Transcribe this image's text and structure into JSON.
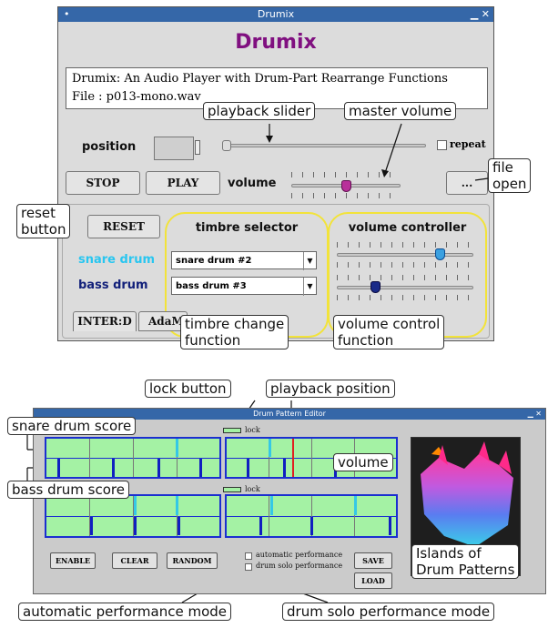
{
  "drumix": {
    "window_title": "Drumix",
    "app_title": "Drumix",
    "info_line1": "Drumix: An Audio Player with Drum-Part Rearrange Functions",
    "info_line2": "File : p013-mono.wav",
    "position_label": "position",
    "repeat_label": "repeat",
    "stop_label": "STOP",
    "play_label": "PLAY",
    "volume_label": "volume",
    "file_button_label": "...",
    "reset_label": "RESET",
    "timbre_selector_title": "timbre selector",
    "volume_controller_title": "volume controller",
    "snare_label": "snare drum",
    "bass_label": "bass drum",
    "snare_option": "snare drum #2",
    "bass_option": "bass drum #3",
    "tab1_label": "INTER:D",
    "tab2_label": "AdaM",
    "playback_position": 0.0,
    "master_volume": 0.5,
    "snare_volume": 0.75,
    "bass_volume": 0.28,
    "repeat_checked": false
  },
  "callouts": {
    "playback_slider": "playback slider",
    "master_volume": "master volume",
    "file_open_line1": "file",
    "file_open_line2": "open",
    "reset_line1": "reset",
    "reset_line2": "button",
    "timbre_line1": "timbre change",
    "timbre_line2": "function",
    "volume_line1": "volume control",
    "volume_line2": "function",
    "lock_button": "lock button",
    "playback_position": "playback position",
    "snare_score": "snare drum score",
    "volume": "volume",
    "bass_score": "bass drum score",
    "islands_line1": "Islands of",
    "islands_line2": "Drum Patterns",
    "auto_mode": "automatic performance mode",
    "solo_mode": "drum solo performance mode"
  },
  "editor": {
    "window_title": "Drum Pattern Editor",
    "lock_label": "lock",
    "enable_label": "ENABLE",
    "clear_label": "CLEAR",
    "random_label": "RANDOM",
    "auto_perf_label": "automatic performance",
    "solo_perf_label": "drum solo performance",
    "save_label": "SAVE",
    "load_label": "LOAD",
    "auto_perf_checked": false,
    "solo_perf_checked": false
  },
  "colors": {
    "title_purple": "#801080",
    "snare_cyan": "#29c6f0",
    "bass_navy": "#12207a",
    "score_green": "#a4f2a4",
    "score_border": "#1b2fd0",
    "highlight_yellow": "#f2e33a",
    "titlebar_blue": "#3567a8"
  },
  "icons": [
    "close-icon",
    "minimize-icon",
    "dropdown-arrow-icon",
    "knob-thumb-icon",
    "arrow-icon"
  ]
}
